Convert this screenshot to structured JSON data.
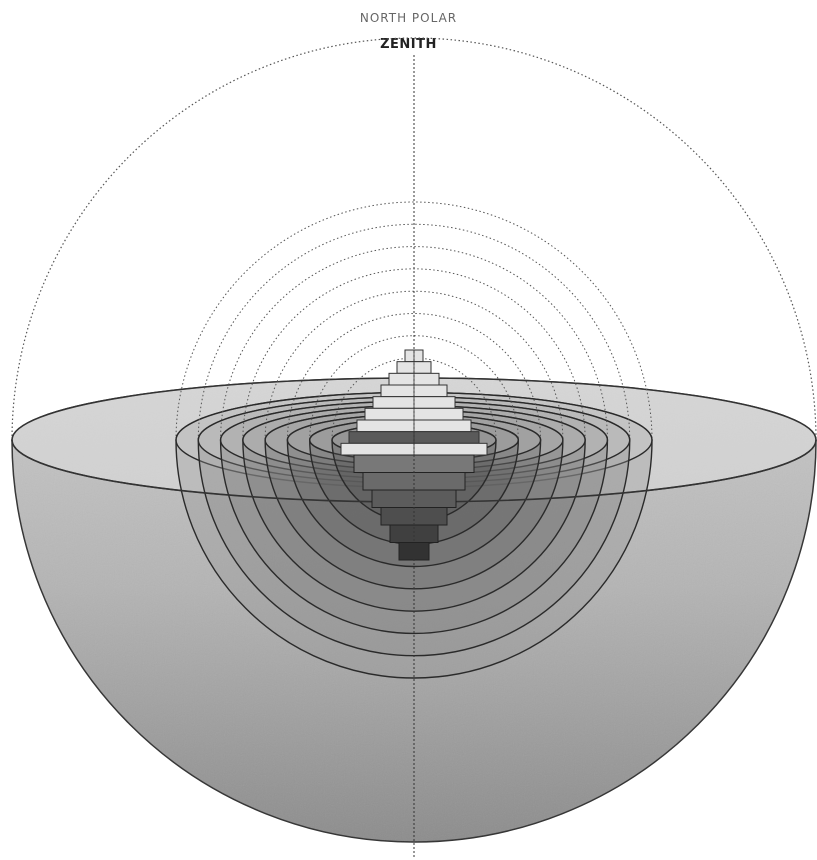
{
  "labels": {
    "north_polar": "NORTH POLAR",
    "zenith": "ZENITH"
  },
  "diagram": {
    "shell_count": 8,
    "pyramid_step_count": 9,
    "colors": {
      "background": "#ffffff",
      "line": "#333333",
      "dotted": "#555555",
      "shell_fill": "#9a9a9a",
      "bowl_fill": "#a8a8a8",
      "plate_fill": "#d6d6d6"
    }
  }
}
